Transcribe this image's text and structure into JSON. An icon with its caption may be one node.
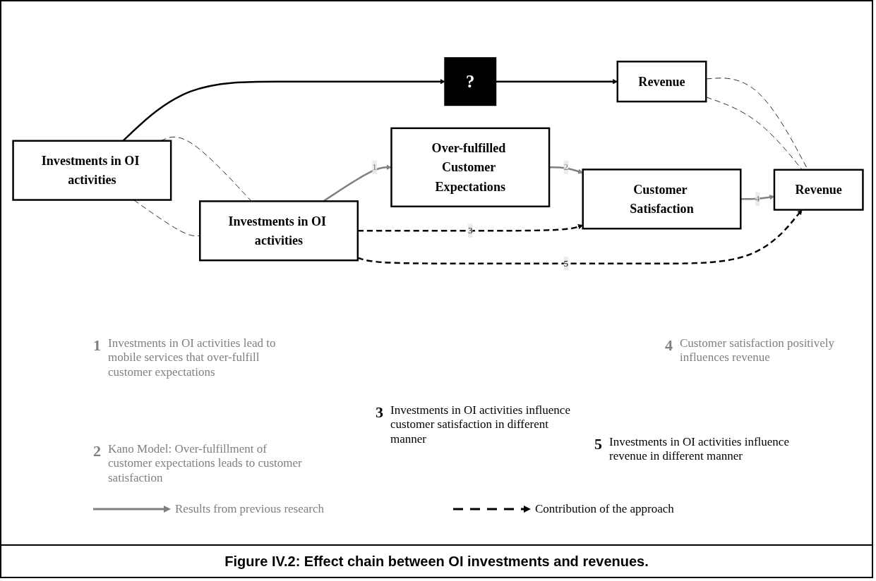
{
  "diagram": {
    "caption": "Figure IV.2: Effect chain between OI investments and revenues.",
    "nodes": [
      {
        "text": [
          "Investments in OI activities"
        ]
      },
      {
        "text": [
          "?"
        ]
      },
      {
        "text": [
          "Revenue"
        ]
      },
      {
        "text": [
          "Investments in OI activities"
        ]
      },
      {
        "text": [
          "Over-fulfilled Customer Expectations"
        ]
      },
      {
        "text": [
          "Customer Satisfaction"
        ]
      },
      {
        "text": [
          "Revenue"
        ]
      }
    ],
    "edges": [
      {
        "from": 0,
        "to": 1,
        "arrow": "to"
      },
      {
        "from": 1,
        "to": 2,
        "arrow": "to"
      },
      {
        "from": 0,
        "to": 3,
        "arrow": "none",
        "style": "dashed"
      },
      {
        "from": 0,
        "to": 3,
        "arrow": "none",
        "style": "dashed"
      },
      {
        "from": 2,
        "to": 6,
        "arrow": "none",
        "style": "dashed"
      },
      {
        "from": 2,
        "to": 6,
        "arrow": "none",
        "style": "dashed"
      },
      {
        "from": 3,
        "to": 4,
        "arrow": "to",
        "label": "1",
        "color": "#808080"
      },
      {
        "from": 4,
        "to": 5,
        "arrow": "to",
        "label": "2",
        "color": "#808080"
      },
      {
        "from": 5,
        "to": 6,
        "arrow": "to",
        "label": "4",
        "color": "#808080"
      },
      {
        "from": 3,
        "to": 5,
        "arrow": "to",
        "label": "3",
        "style": "dashed"
      },
      {
        "from": 3,
        "to": 6,
        "arrow": "to",
        "label": "5",
        "style": "dashed"
      }
    ],
    "labels": [
      "1",
      "Investments in OI activities lead to mobile services that over-fulfill customer expectations",
      "4",
      "Customer satisfaction positively influences revenue",
      "3",
      "Investments in OI activities influence customer satisfaction in different manner",
      "2",
      "Kano Model: Over-fulfillment of customer expectations leads to customer satisfaction",
      "5",
      "Investments in OI activities influence revenue in different manner"
    ],
    "legend": [
      {
        "text": "Results from previous research"
      },
      {
        "text": "Contribution of the approach"
      }
    ]
  }
}
